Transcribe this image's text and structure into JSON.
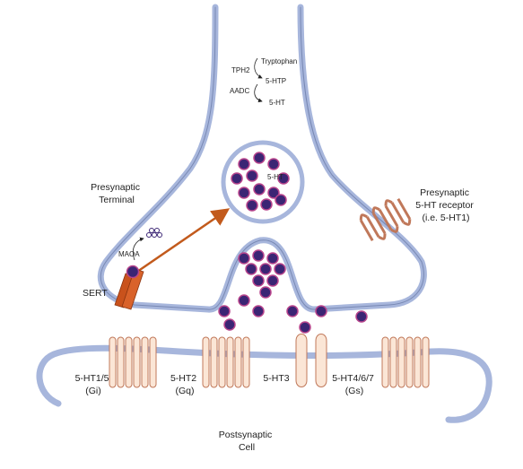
{
  "pathway": {
    "tryptophan": "Tryptophan",
    "tph2": "TPH2",
    "five_htp": "5-HTP",
    "aadc": "AADC",
    "five_ht": "5-HT"
  },
  "vesicle_label": "5-HT",
  "presynaptic_terminal": {
    "line1": "Presynaptic",
    "line2": "Terminal"
  },
  "presynaptic_receptor": {
    "line1": "Presynaptic",
    "line2": "5-HT receptor",
    "line3": "(i.e. 5-HT1)"
  },
  "maoa": "MAOA",
  "sert": "SERT",
  "receptors": [
    {
      "line1": "5-HT1/5",
      "line2": "(Gi)"
    },
    {
      "line1": "5-HT2",
      "line2": "(Gq)"
    },
    {
      "line1": "5-HT3",
      "line2": ""
    },
    {
      "line1": "5-HT4/6/7",
      "line2": "(Gs)"
    }
  ],
  "postsynaptic_cell": {
    "line1": "Postsynaptic",
    "line2": "Cell"
  },
  "colors": {
    "membrane": "#a7b6dc",
    "membrane_edge": "#5a6a9a",
    "molecule": "#3b2574",
    "molecule_ring": "#b7448c",
    "receptor_fill": "#fbe6d6",
    "receptor_edge": "#c0785a",
    "arrow": "#c25a1c",
    "sert": "#c9521c"
  }
}
